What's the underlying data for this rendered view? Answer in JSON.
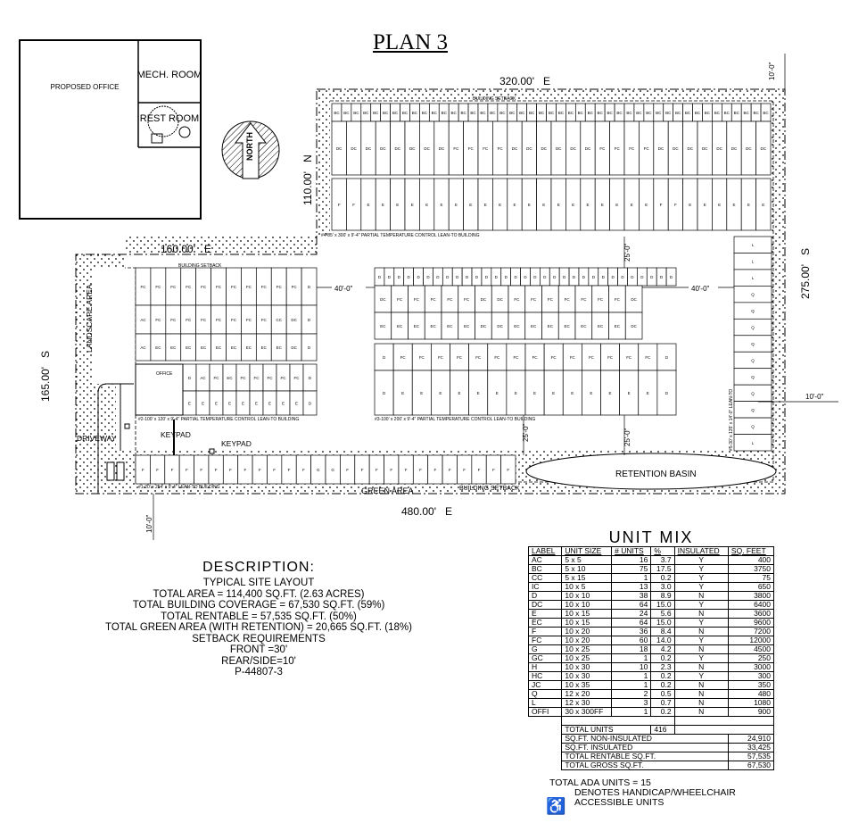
{
  "title": "PLAN 3",
  "office": {
    "rooms": [
      "PROPOSED OFFICE",
      "MECH. ROOM",
      "REST ROOM"
    ]
  },
  "north_label": "NORTH",
  "dimensions": {
    "top": "320.00'   E",
    "top_left": "160.00'   E",
    "bottom": "480.00'   E",
    "left": "165.00'   S",
    "right": "275.00'   S",
    "inner_left": "110.00'   N",
    "setback_top": "10'-0\"",
    "setback_right": "10'-0\"",
    "setback_bottom": "10'-0\"",
    "aisle_left": "40'-0\"",
    "aisle_right": "40'-0\"",
    "aisle_top": "25'-0\"",
    "aisle_bottom_left": "25'-0\"",
    "aisle_bottom_right": "25'-0\""
  },
  "labels": {
    "building_setback": "BUILDING SETBACK",
    "landscape_area": "LANDSCAPE AREA",
    "driveway": "DRIVEWAY",
    "keypad": "KEYPAD",
    "green_area": "GREEN AREA",
    "retention_basin": "RETENTION BASIN",
    "office": "OFFICE",
    "bldg1": "#1-20' x 254' x 9'-4\" LEAN-TO BUILDING",
    "bldg2": "#2-100' x 120' x 9'-4\" PARTIAL TEMPERATURE CONTROL LEAN-TO BUILDING",
    "bldg3": "#3-100' x 200' x 9'-4\" PARTIAL TEMPERATURE CONTROL LEAN-TO BUILDING",
    "bldg4": "#4-85' x 300' x 9'-4\" PARTIAL TEMPERATURE CONTROL LEAN-TO BUILDING",
    "bldg5": "#5-30' x 135' x 14'-0\" LEAN-TO"
  },
  "buildings": {
    "b4": [
      "BC BC BC BC BC BC BC BC BC BC BC BC BC BC BC BC BC BC BC BC BC BC BC BC BC BC BC BC BC BC BC BC BC BC BC BC BC BC BC BC BC BC BC BC BC",
      "DC DC DC DC DC DC DC DC FC FC FC FC DC DC DC DC DC DC FC FC FC FC DC DC DC DC DC DC DC DC",
      "F F E E E E E E E E E E E E E E E E E E E E F F E E E E E E"
    ],
    "b2": [
      "FC FC FC FC FC FC FC FC FC FC FC D",
      "AC FC FC FC FC FC FC FC FC CC DC D",
      "AC EC EC EC EC EC EC EC EC EC DC D",
      "D AC FC EC FC FC FC FC FC D",
      "E E E E E E E E E D"
    ],
    "b3": [
      "D D D D D D D D D D D D D D D D D D D D D D D D D D D D D D D",
      "DC FC FC FC FC FC DC DC FC FC FC FC FC FC FC DC",
      "EC EC EC EC EC EC DC DC EC EC EC EC EC EC EC DC",
      "D FC FC FC FC FC FC FC FC FC FC FC FC FC FC D",
      "D E E E E E E E E E E E E E E D"
    ],
    "b5": [
      "L",
      "L",
      "L",
      "Q",
      "Q",
      "Q",
      "Q",
      "Q",
      "Q",
      "Q",
      "Q",
      "Q",
      "L"
    ],
    "b1": [
      "F",
      "F",
      "F",
      "F",
      "F",
      "F",
      "F",
      "F",
      "F",
      "F",
      "F",
      "F",
      "G",
      "G",
      "F",
      "F",
      "F",
      "F",
      "F",
      "F",
      "F",
      "F",
      "F",
      "F",
      "F",
      "F"
    ]
  },
  "description": {
    "heading": "DESCRIPTION:",
    "lines": [
      "TYPICAL SITE LAYOUT",
      "TOTAL AREA = 114,400 SQ.FT. (2.63 ACRES)",
      "TOTAL BUILDING COVERAGE = 67,530 SQ.FT. (59%)",
      "TOTAL RENTABLE = 57,535 SQ.FT. (50%)",
      "TOTAL GREEN AREA (WITH RETENTION) = 20,665 SQ.FT. (18%)",
      "SETBACK REQUIREMENTS",
      "FRONT =30'",
      "REAR/SIDE=10'",
      "P-44807-3"
    ]
  },
  "unit_mix": {
    "title": "UNIT MIX",
    "columns": [
      "LABEL",
      "UNIT SIZE",
      "# UNITS",
      "%",
      "INSULATED",
      "SQ. FEET"
    ],
    "rows": [
      [
        "AC",
        "5 x 5",
        "16",
        "3.7",
        "Y",
        "400"
      ],
      [
        "BC",
        "5 x 10",
        "75",
        "17.5",
        "Y",
        "3750"
      ],
      [
        "CC",
        "5 x 15",
        "1",
        "0.2",
        "Y",
        "75"
      ],
      [
        "IC",
        "10 x 5",
        "13",
        "3.0",
        "Y",
        "650"
      ],
      [
        "D",
        "10 x 10",
        "38",
        "8.9",
        "N",
        "3800"
      ],
      [
        "DC",
        "10 x 10",
        "64",
        "15.0",
        "Y",
        "6400"
      ],
      [
        "E",
        "10 x 15",
        "24",
        "5.6",
        "N",
        "3600"
      ],
      [
        "EC",
        "10 x 15",
        "64",
        "15.0",
        "Y",
        "9600"
      ],
      [
        "F",
        "10 x 20",
        "36",
        "8.4",
        "N",
        "7200"
      ],
      [
        "FC",
        "10 x 20",
        "60",
        "14.0",
        "Y",
        "12000"
      ],
      [
        "G",
        "10 x 25",
        "18",
        "4.2",
        "N",
        "4500"
      ],
      [
        "GC",
        "10 x 25",
        "1",
        "0.2",
        "Y",
        "250"
      ],
      [
        "H",
        "10 x 30",
        "10",
        "2.3",
        "N",
        "3000"
      ],
      [
        "HC",
        "10 x 30",
        "1",
        "0.2",
        "Y",
        "300"
      ],
      [
        "JC",
        "10 x 35",
        "1",
        "0.2",
        "N",
        "350"
      ],
      [
        "Q",
        "12 x 20",
        "2",
        "0.5",
        "N",
        "480"
      ],
      [
        "L",
        "12 x 30",
        "3",
        "0.7",
        "N",
        "1080"
      ],
      [
        "OFFI",
        "30 x 300FF",
        "1",
        "0.2",
        "N",
        "900"
      ]
    ],
    "total_units_label": "TOTAL UNITS",
    "total_units": "416",
    "totals": [
      [
        "SQ.FT. NON-INSULATED",
        "24,910"
      ],
      [
        "SQ.FT. INSULATED",
        "33,425"
      ],
      [
        "TOTAL RENTABLE SQ.FT.",
        "57,535"
      ],
      [
        "TOTAL GROSS SQ.FT.",
        "67,530"
      ]
    ]
  },
  "ada": {
    "total": "TOTAL ADA UNITS = 15",
    "legend_line1": "DENOTES HANDICAP/WHEELCHAIR",
    "legend_line2": "ACCESSIBLE UNITS",
    "icon": "wheelchair-icon"
  }
}
